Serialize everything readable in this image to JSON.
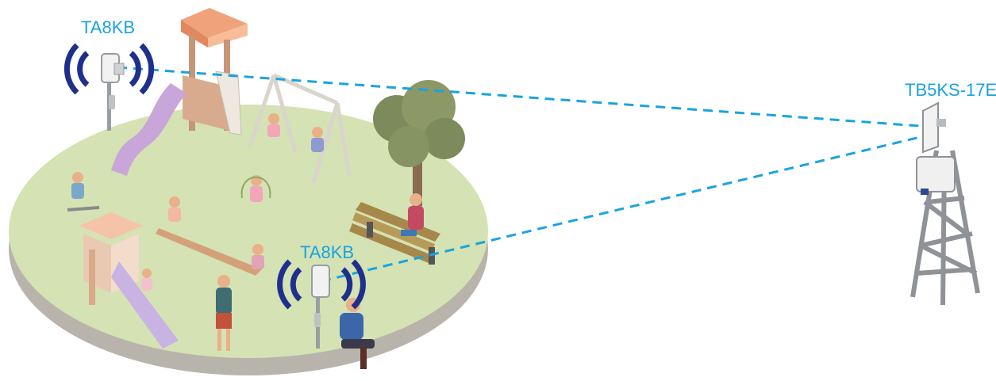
{
  "labels": {
    "ap_top": "TA8KB",
    "ap_bottom": "TA8KB",
    "base_station": "TB5KS-17E"
  },
  "colors": {
    "link_line": "#1aa3e0",
    "label_text": "#1aa3e0",
    "signal_waves": "#1f2f8c",
    "park_ground": "#d4e2b4",
    "park_edge": "#b9b4ab",
    "tower": "#8f9296"
  },
  "icons": {
    "ap_device": "outdoor-access-point",
    "base_station": "sector-antenna-on-lattice-tower",
    "signal": "wireless-signal-waves"
  }
}
